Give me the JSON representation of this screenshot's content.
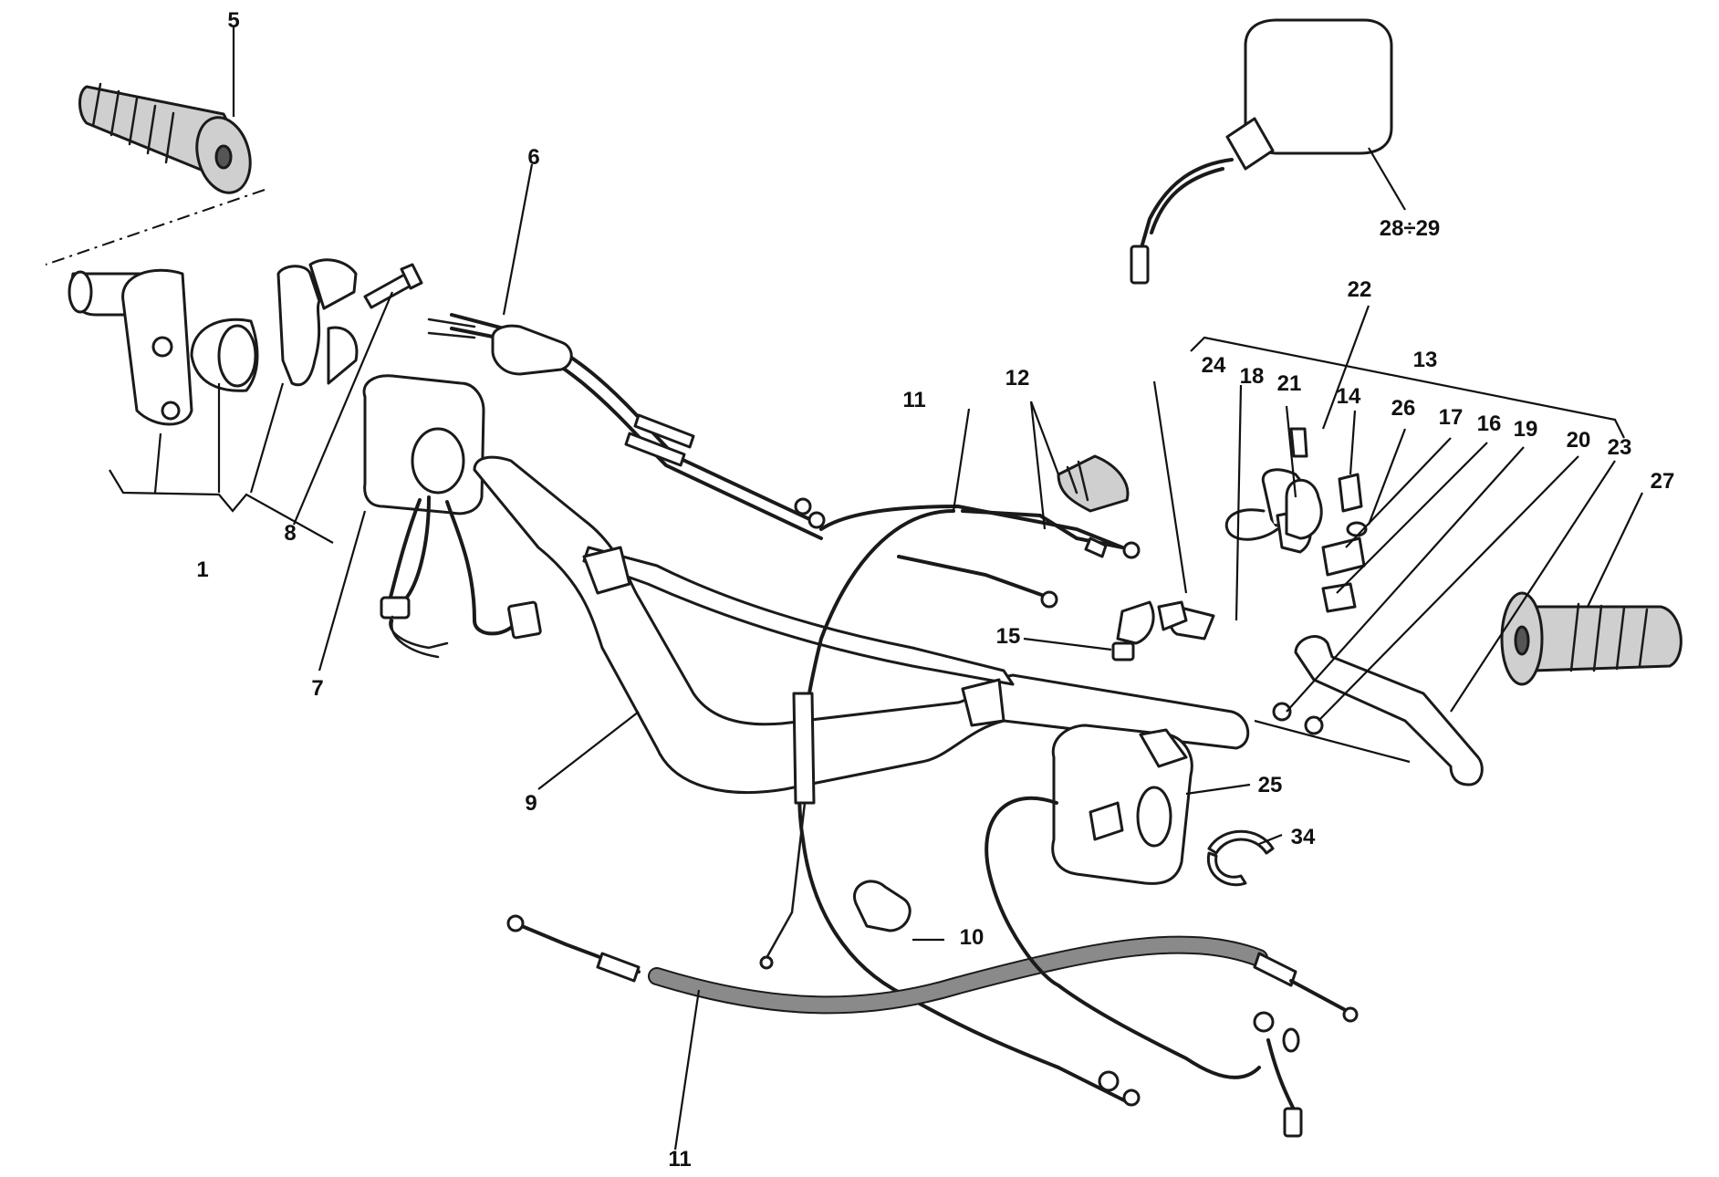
{
  "diagram": {
    "callouts": [
      {
        "id": "c5",
        "label": "5"
      },
      {
        "id": "c6",
        "label": "6"
      },
      {
        "id": "c1",
        "label": "1"
      },
      {
        "id": "c8",
        "label": "8"
      },
      {
        "id": "c7",
        "label": "7"
      },
      {
        "id": "c9",
        "label": "9"
      },
      {
        "id": "c11a",
        "label": "11"
      },
      {
        "id": "c11b",
        "label": "11"
      },
      {
        "id": "c12",
        "label": "12"
      },
      {
        "id": "c15",
        "label": "15"
      },
      {
        "id": "c10",
        "label": "10"
      },
      {
        "id": "c24",
        "label": "24"
      },
      {
        "id": "c18",
        "label": "18"
      },
      {
        "id": "c21",
        "label": "21"
      },
      {
        "id": "c22",
        "label": "22"
      },
      {
        "id": "c13",
        "label": "13"
      },
      {
        "id": "c14",
        "label": "14"
      },
      {
        "id": "c26",
        "label": "26"
      },
      {
        "id": "c17",
        "label": "17"
      },
      {
        "id": "c16",
        "label": "16"
      },
      {
        "id": "c19",
        "label": "19"
      },
      {
        "id": "c20",
        "label": "20"
      },
      {
        "id": "c23",
        "label": "23"
      },
      {
        "id": "c27",
        "label": "27"
      },
      {
        "id": "c25",
        "label": "25"
      },
      {
        "id": "c34",
        "label": "34"
      },
      {
        "id": "c28",
        "label": "28÷29"
      }
    ]
  }
}
